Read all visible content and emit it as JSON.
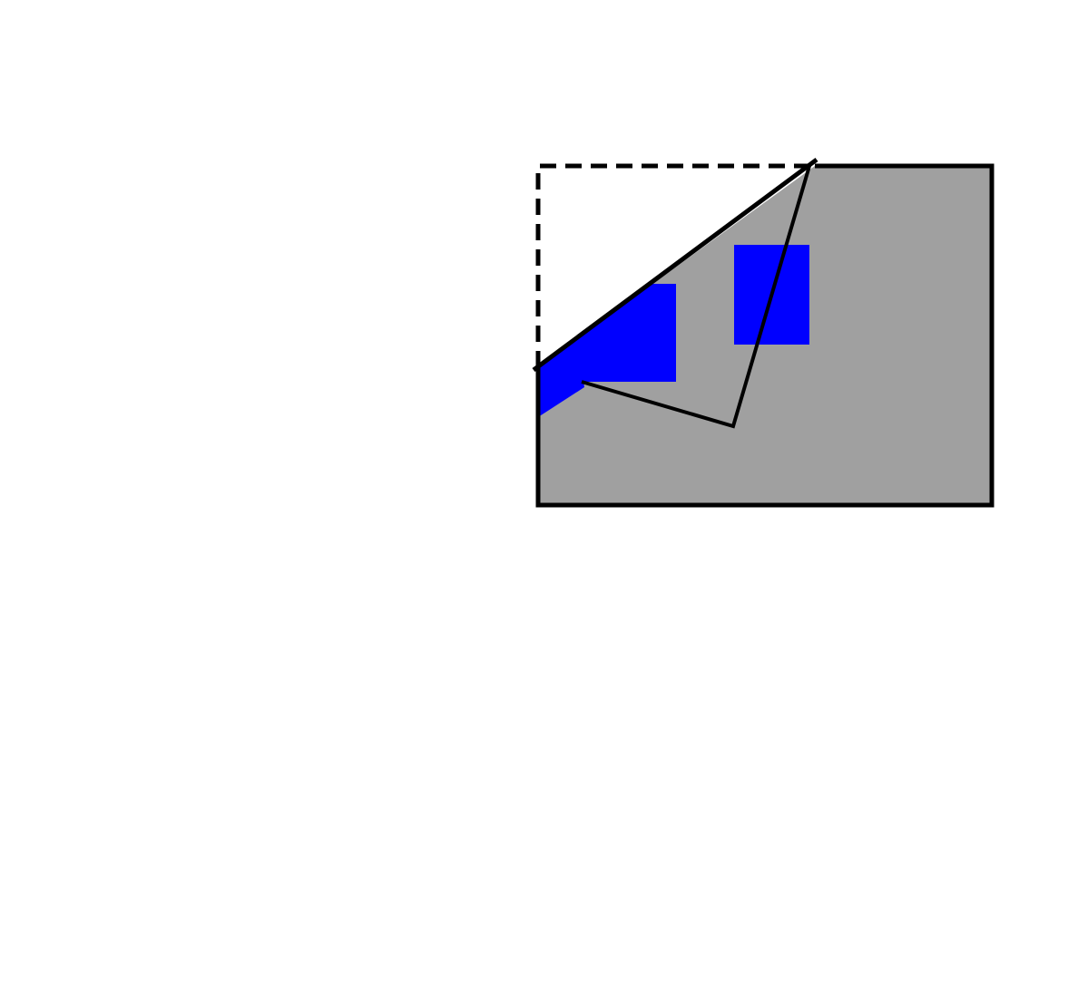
{
  "diagram": {
    "colors": {
      "background": "#ffffff",
      "sheet_fill": "#a0a0a0",
      "outline": "#000000",
      "marker_fill": "#0000ff"
    },
    "elements": [
      "folded-sheet",
      "original-outline",
      "fold-line",
      "fold-crease",
      "blue-rectangles"
    ]
  }
}
